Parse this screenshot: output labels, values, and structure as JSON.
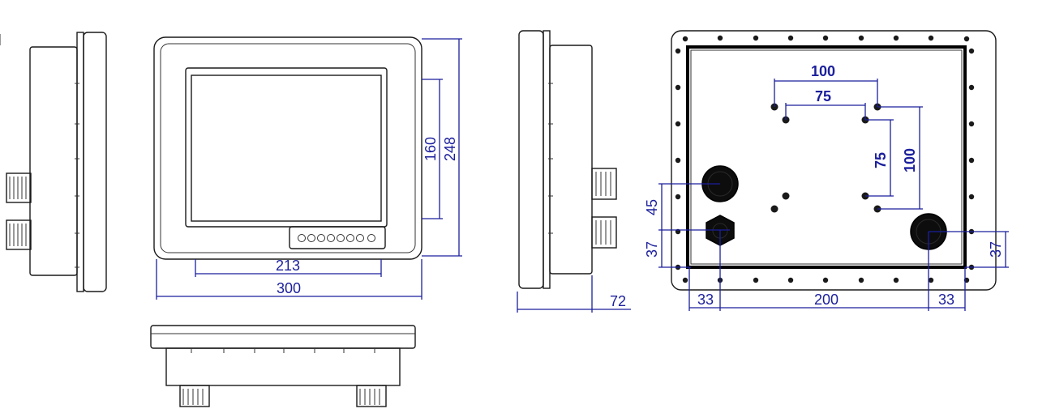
{
  "title": "",
  "dimensions": {
    "front_inner_width": "213",
    "front_outer_width": "300",
    "front_inner_height": "160",
    "front_outer_height": "248",
    "side_depth": "72",
    "vesa_outer_h": "100",
    "vesa_inner_h": "75",
    "vesa_inner_v": "75",
    "vesa_outer_v": "100",
    "gland_upper_offset": "45",
    "gland_lower_offset_left": "37",
    "gland_lower_offset_right": "37",
    "gland_edge_left": "33",
    "gland_spacing": "200",
    "gland_edge_right": "33"
  },
  "colors": {
    "line": "#1a1a1a",
    "dimension": "#1b1f9c"
  }
}
